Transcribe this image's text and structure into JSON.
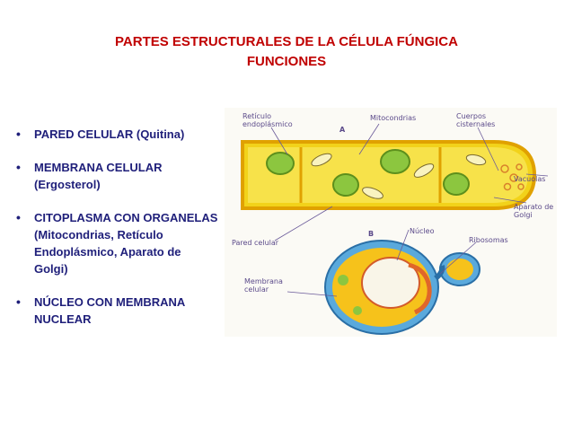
{
  "slide": {
    "title_line1": "PARTES ESTRUCTURALES DE LA CÉLULA FÚNGICA",
    "title_line2": "FUNCIONES"
  },
  "bullets": [
    {
      "lines": [
        "PARED CELULAR (Quitina)"
      ]
    },
    {
      "lines": [
        "MEMBRANA CELULAR",
        "(Ergosterol)"
      ]
    },
    {
      "lines": [
        "CITOPLASMA CON ORGANELAS",
        "(Mitocondrias, Retículo",
        "Endoplásmico, Aparato de",
        "Golgi)"
      ]
    },
    {
      "lines": [
        "NÚCLEO CON MEMBRANA",
        "NUCLEAR"
      ]
    }
  ],
  "figure": {
    "labels": {
      "reticulo": [
        "Retículo",
        "endoplásmico"
      ],
      "A": "A",
      "mitocondrias": "Mitocondrias",
      "cuerpos": [
        "Cuerpos",
        "cisternales"
      ],
      "vacuolas": "Vacuolas",
      "golgi": [
        "Aparato de",
        "Golgi"
      ],
      "pared": "Pared celular",
      "B": "B",
      "nucleo": "Núcleo",
      "ribosomas": "Ribosomas",
      "membrana": [
        "Membrana",
        "celular"
      ]
    },
    "colors": {
      "hypha": "#f2d21a",
      "hypha_edge": "#e0a100",
      "nucleus": "#8cc63f",
      "yeast_wall": "#5aa9dc",
      "yeast_inner": "#f6c21b",
      "label": "#5b4a8a"
    }
  }
}
